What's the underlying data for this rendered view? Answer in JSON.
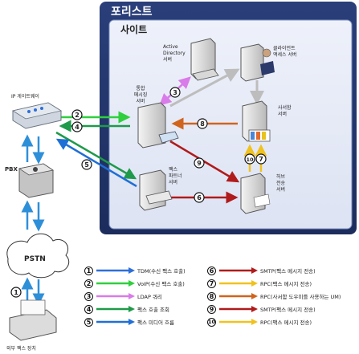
{
  "forest_label": "포리스트",
  "site_label": "사이트",
  "nodes": {
    "ip_gateway": "IP 게이트웨이",
    "pbx": "PBX",
    "pstn": "PSTN",
    "external_fax": "외부 팩스 장치",
    "um_server": [
      "통합",
      "메시징",
      "서버"
    ],
    "fax_partner": [
      "팩스",
      "파트너",
      "서버"
    ],
    "active_directory": [
      "Active",
      "Directory",
      "서버"
    ],
    "client_access": [
      "클라이언트",
      "액세스 서버"
    ],
    "mailbox": [
      "사서함",
      "서버"
    ],
    "hub_transport": [
      "허브",
      "전송",
      "서버"
    ]
  },
  "flow_labels": [
    "1",
    "2",
    "3",
    "4",
    "5",
    "6",
    "7",
    "8",
    "9",
    "10"
  ],
  "legend": [
    {
      "num": "1",
      "label": "TDM(수신 팩스 호출)",
      "color": "#2e6fd9"
    },
    {
      "num": "2",
      "label": "VoIP(수신 팩스 호출)",
      "color": "#2fcf3e"
    },
    {
      "num": "3",
      "label": "LDAP 쿼리",
      "color": "#d97be8"
    },
    {
      "num": "4",
      "label": "팩스 호출 조회",
      "color": "#1e9a4a"
    },
    {
      "num": "5",
      "label": "팩스 미디어 흐름",
      "color": "#1f6fd6"
    },
    {
      "num": "6",
      "label": "SMTP(팩스 메시지 전송)",
      "color": "#b01b1b"
    },
    {
      "num": "7",
      "label": "RPC(팩스 메시지 전송)",
      "color": "#f0c21f"
    },
    {
      "num": "8",
      "label": "RPC(사서함 도우미를 사용하는 UM)",
      "color": "#d0641e"
    },
    {
      "num": "9",
      "label": "SMTP(팩스 메시지 전송)",
      "color": "#b01b1b"
    },
    {
      "num": "10",
      "label": "RPC(팩스 메시지 전송)",
      "color": "#f0c21f"
    }
  ]
}
